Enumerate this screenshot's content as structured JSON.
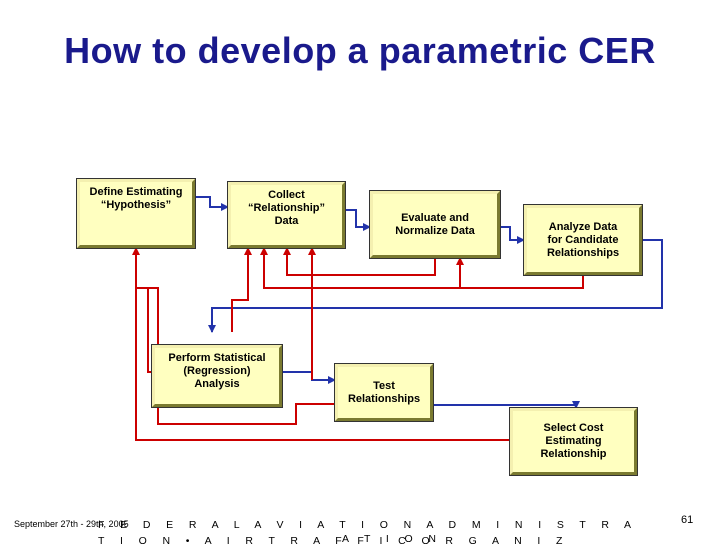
{
  "title": "How to develop a parametric CER",
  "steps": {
    "define": "Define Estimating\n“Hypothesis”",
    "collect": "Collect\n“Relationship”\nData",
    "evaluate": "Evaluate and\nNormalize Data",
    "analyze": "Analyze Data\nfor Candidate\nRelationships",
    "perform": "Perform Statistical\n(Regression)\nAnalysis",
    "test": "Test\nRelationships",
    "select": "Select Cost\nEstimating\nRelationship"
  },
  "colors": {
    "box_fill": "#ffffc0",
    "arrow_blue": "#2233aa",
    "arrow_red": "#cc0000",
    "title": "#1a1a8c"
  },
  "footer": {
    "date": "September 27th - 29th, 2005",
    "org_line1": "F E D E R A L   A V I A T I O N   A D M I N I S T R A T I O N  •  A I R  T R A F F I C   O R G A N I Z",
    "org_line2": "A T I O N",
    "page": "61"
  }
}
